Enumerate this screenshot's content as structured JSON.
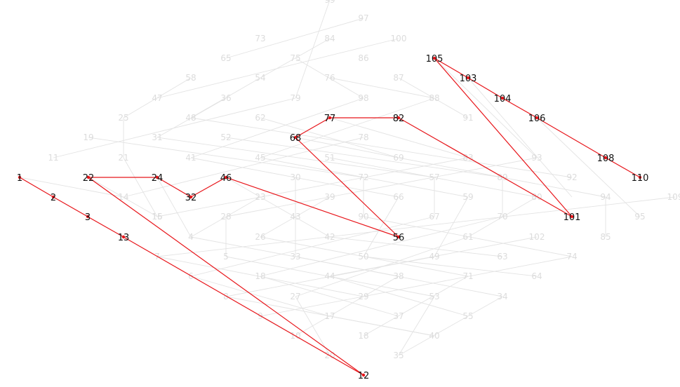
{
  "graph": {
    "colors": {
      "path_edge": "#e8161b",
      "faint_edge": "#e3e3e3",
      "faint_label": "#dcdcdc",
      "path_label": "#111111"
    },
    "path_sequence": [
      "1",
      "2",
      "3",
      "13",
      "12",
      "22",
      "24",
      "32",
      "46",
      "56",
      "68",
      "77",
      "82",
      "101",
      "105",
      "103",
      "104",
      "106",
      "108",
      "110"
    ],
    "highlighted_nodes": [
      "1",
      "2",
      "3",
      "13",
      "12",
      "22",
      "24",
      "32",
      "46",
      "56",
      "68",
      "77",
      "82",
      "101",
      "103",
      "104",
      "105",
      "106",
      "108",
      "110"
    ],
    "background_labels": [
      "99",
      "97",
      "73",
      "84",
      "100",
      "65",
      "75",
      "86",
      "58",
      "54",
      "76",
      "87",
      "47",
      "36",
      "79",
      "98",
      "88",
      "25",
      "48",
      "62",
      "91",
      "19",
      "31",
      "52",
      "78",
      "11",
      "21",
      "41",
      "45",
      "51",
      "69",
      "83",
      "93",
      "92",
      "30",
      "72",
      "57",
      "89",
      "14",
      "16",
      "23",
      "39",
      "66",
      "59",
      "80",
      "94",
      "109",
      "15",
      "28",
      "43",
      "42",
      "90",
      "67",
      "70",
      "95",
      "102",
      "4",
      "26",
      "50",
      "49",
      "61",
      "85",
      "7",
      "5",
      "33",
      "63",
      "74",
      "6",
      "18",
      "44",
      "38",
      "71",
      "64",
      "8",
      "27",
      "29",
      "53",
      "34",
      "9",
      "17",
      "37",
      "55",
      "10",
      "18",
      "40",
      "20",
      "35"
    ]
  }
}
